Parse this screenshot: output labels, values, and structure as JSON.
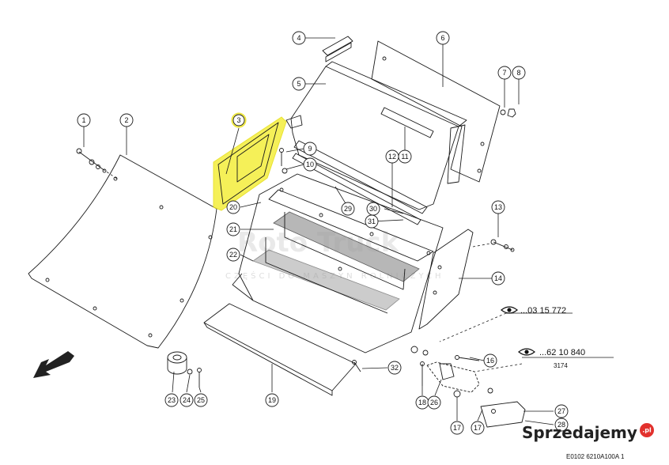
{
  "callouts": [
    {
      "id": "c1",
      "label": "1"
    },
    {
      "id": "c2",
      "label": "2"
    },
    {
      "id": "c3",
      "label": "3"
    },
    {
      "id": "c4",
      "label": "4"
    },
    {
      "id": "c5",
      "label": "5"
    },
    {
      "id": "c6",
      "label": "6"
    },
    {
      "id": "c7",
      "label": "7"
    },
    {
      "id": "c8",
      "label": "8"
    },
    {
      "id": "c9",
      "label": "9"
    },
    {
      "id": "c10",
      "label": "10"
    },
    {
      "id": "c11",
      "label": "11"
    },
    {
      "id": "c12",
      "label": "12"
    },
    {
      "id": "c13",
      "label": "13"
    },
    {
      "id": "c14",
      "label": "14"
    },
    {
      "id": "c16",
      "label": "16"
    },
    {
      "id": "c17a",
      "label": "17"
    },
    {
      "id": "c17b",
      "label": "17"
    },
    {
      "id": "c18",
      "label": "18"
    },
    {
      "id": "c19",
      "label": "19"
    },
    {
      "id": "c20",
      "label": "20"
    },
    {
      "id": "c21",
      "label": "21"
    },
    {
      "id": "c22",
      "label": "22"
    },
    {
      "id": "c23",
      "label": "23"
    },
    {
      "id": "c24",
      "label": "24"
    },
    {
      "id": "c25",
      "label": "25"
    },
    {
      "id": "c26",
      "label": "26"
    },
    {
      "id": "c27",
      "label": "27"
    },
    {
      "id": "c28",
      "label": "28"
    },
    {
      "id": "c29",
      "label": "29"
    },
    {
      "id": "c30",
      "label": "30"
    },
    {
      "id": "c31",
      "label": "31"
    },
    {
      "id": "c32",
      "label": "32"
    }
  ],
  "references": {
    "ref_a": "...03 15 772",
    "ref_b": "...62 10 840",
    "ref_b_sub": "3174"
  },
  "footer_code": "E0102 6210A100A 1",
  "watermark": {
    "main": "Roto Truck",
    "sub": "CZĘŚCI DO MASZYN ROLNICZYCH"
  },
  "logo": {
    "name": "Sprzedajemy",
    "tld": ".pl"
  },
  "colors": {
    "highlight": "#f4ee3c",
    "logo_badge": "#e2312d"
  },
  "icons": {
    "view_reference": "eye-icon",
    "direction": "arrow-down-left-icon"
  }
}
